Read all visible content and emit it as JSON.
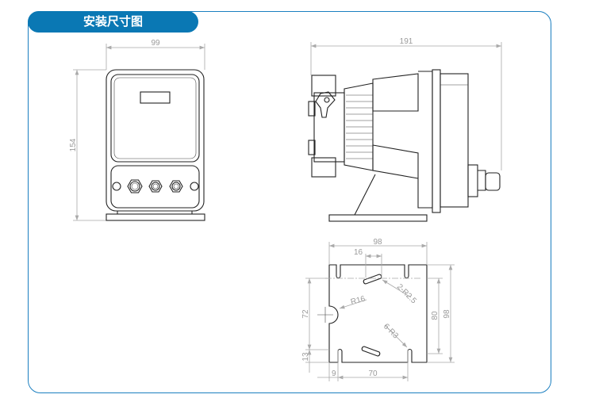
{
  "title": "安装尺寸图",
  "front_view": {
    "width": "99",
    "height": "154"
  },
  "side_view": {
    "length": "191"
  },
  "base_plate": {
    "width_top": "98",
    "slot_length": "16",
    "slot_radius": "2-R2.5",
    "notch_radius": "R16",
    "hole_radius": "6-R3",
    "hole_spacing_vertical": "72",
    "edge_offset_vertical": "13",
    "hole_spacing_80": "80",
    "height_right": "98",
    "edge_offset_horizontal": "9",
    "hole_spacing_horizontal": "70"
  }
}
